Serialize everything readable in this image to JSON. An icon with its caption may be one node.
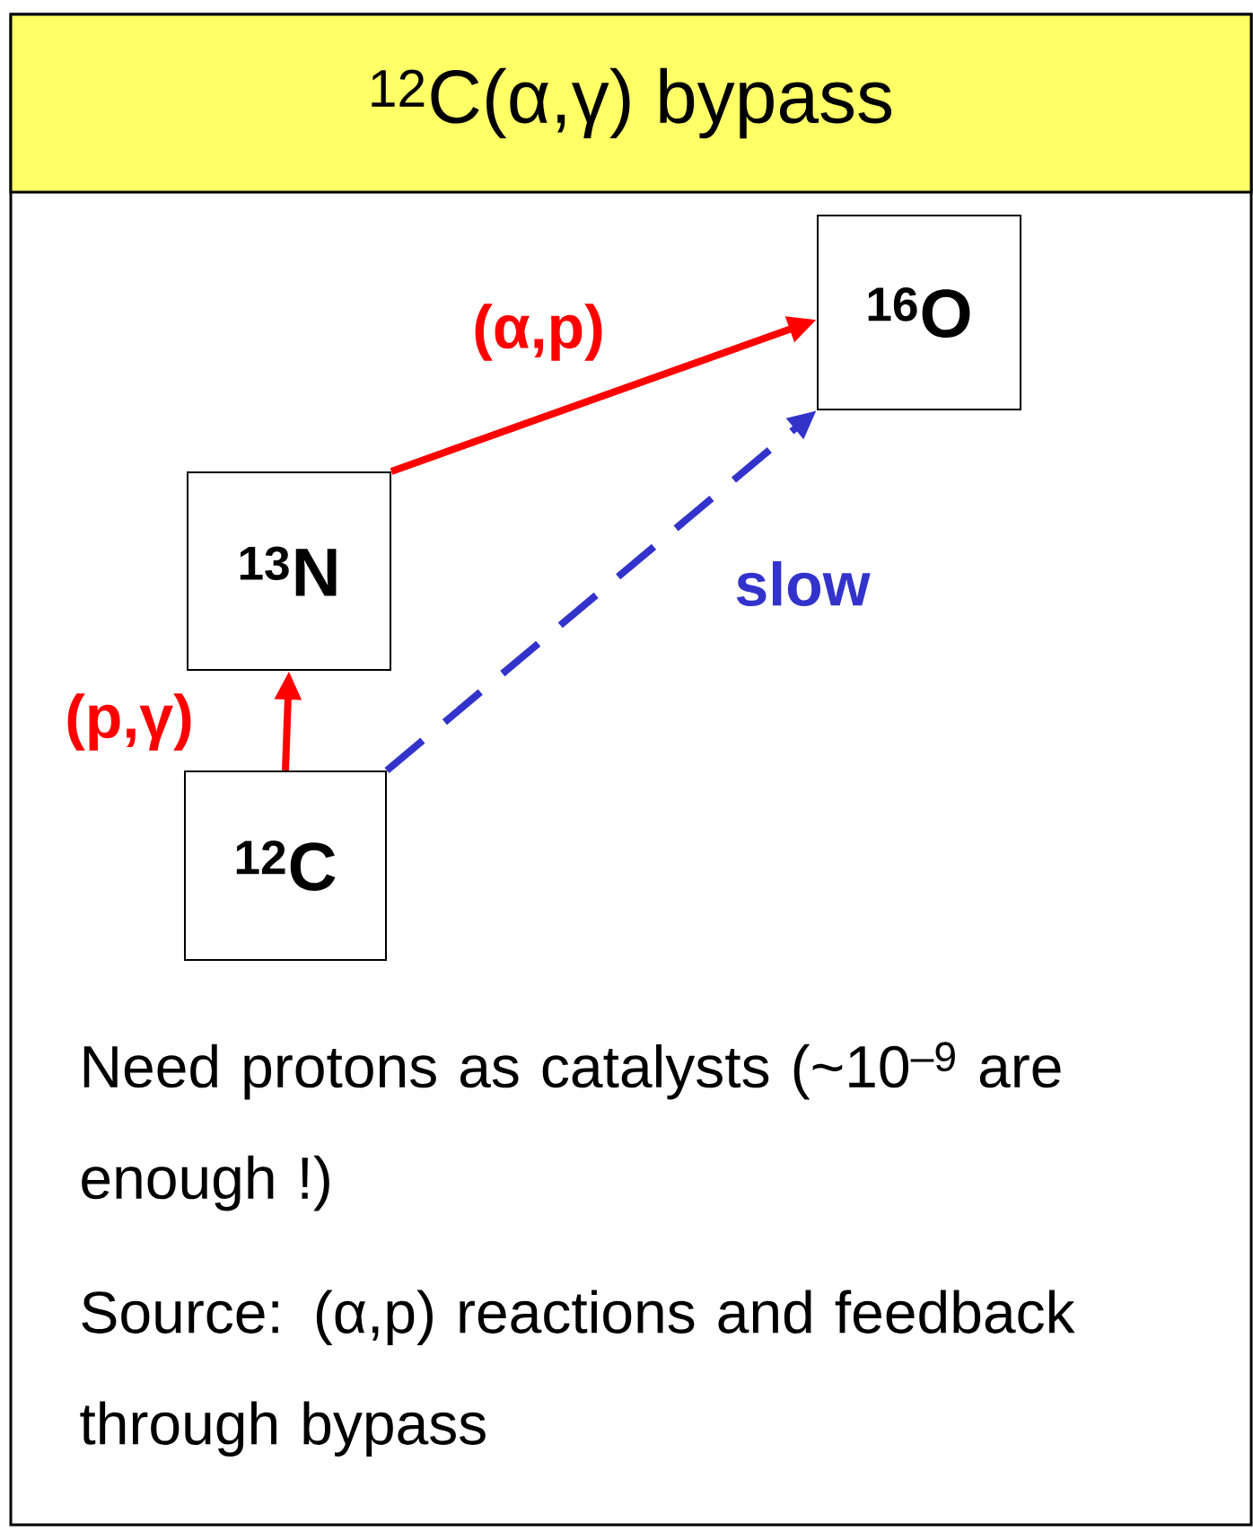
{
  "diagram": {
    "title": "$^{12}$C(α,γ) bypass",
    "nodes": [
      {
        "text": [
          "$^{16}$O"
        ]
      },
      {
        "text": [
          "$^{13}$N"
        ]
      },
      {
        "text": [
          "$^{12}$C"
        ]
      }
    ],
    "edges": [
      {
        "from": 1,
        "to": 0,
        "arrow": "to",
        "label": "(α,p)"
      },
      {
        "from": 2,
        "to": 1,
        "arrow": "to",
        "label": "(p,γ)"
      },
      {
        "from": 2,
        "to": 0,
        "arrow": "to",
        "label": "slow",
        "style": "dashed",
        "color": "#3333cc"
      }
    ],
    "labels": [
      "Need protons as catalysts (~10$^{–9}$ are enough !)",
      "Source: (α,p) reactions and feedback through bypass"
    ]
  }
}
